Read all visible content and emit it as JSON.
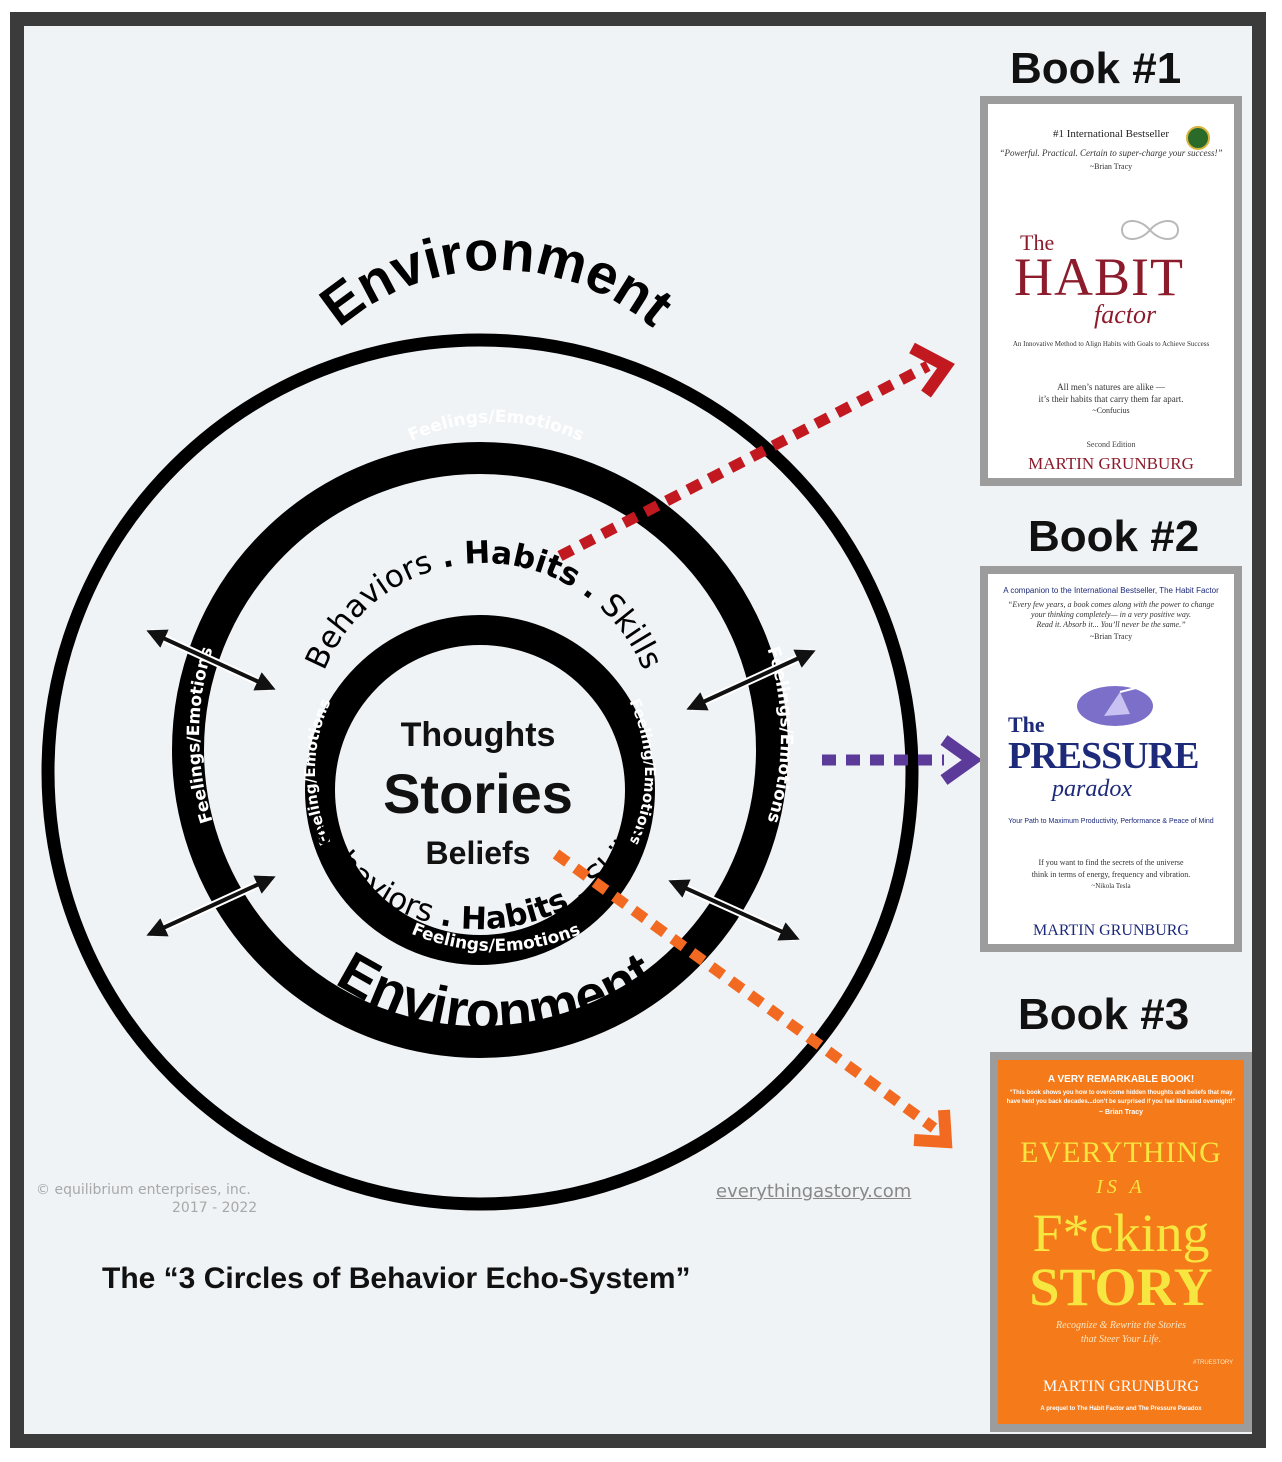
{
  "diagram": {
    "outer_top_label": "Environment",
    "outer_bottom_label": "Environment",
    "ring_label_top": "Feelings/Emotions",
    "ring_label_bottom": "Feelings/Emotions",
    "ring_label_left": "Feelings/Emotions",
    "ring_label_right": "Feelings/Emotions",
    "inner_ring_label_left": "Feeling/Emotions",
    "inner_ring_label_right": "Feeling/Emotions",
    "upper_arc": [
      "Behaviors",
      ".",
      "Habits",
      ".",
      "Skills"
    ],
    "lower_arc": [
      "Behaviors",
      ".",
      "Habits",
      ".",
      "Skills"
    ],
    "center_top": "Thoughts",
    "center_main": "Stories",
    "center_bottom": "Beliefs",
    "copyright_line1": "© equilibrium enterprises, inc.",
    "copyright_line2": "2017 - 2022",
    "website": "everythingastory.com",
    "caption": "The “3 Circles of Behavior Echo-System”",
    "colors": {
      "arrow_book1": "#c2181f",
      "arrow_book2": "#5b3a99",
      "arrow_book3": "#f26a21"
    }
  },
  "books": [
    {
      "heading": "Book #1",
      "top_line": "#1 International Bestseller",
      "quote": "“Powerful. Practical. Certain to super-charge your success!”",
      "quote_author": "~Brian Tracy",
      "title_prefix": "The",
      "title_main": "HABIT",
      "title_sub": "factor",
      "tagline": "An Innovative Method to Align Habits with Goals to Achieve Success",
      "epigraph_line1": "All men’s natures are alike —",
      "epigraph_line2": "it’s their habits that carry them far apart.",
      "epigraph_author": "~Confucius",
      "edition": "Second Edition",
      "author": "MARTIN GRUNBURG",
      "icon": "infinity-icon"
    },
    {
      "heading": "Book #2",
      "top_line": "A companion to the International Bestseller, The Habit Factor",
      "quote_line1": "“Every few years, a book comes along with the power to change",
      "quote_line2": "your thinking completely— in a very positive way.",
      "quote_line3": "Read it. Absorb it... You’ll never be the same.”",
      "quote_author": "~Brian Tracy",
      "title_prefix": "The",
      "title_main": "PRESSURE",
      "title_sub": "paradox",
      "tagline": "Your Path to Maximum Productivity, Performance & Peace of Mind",
      "epigraph_line1": "If you want to find the secrets of the universe",
      "epigraph_line2": "think in terms of energy, frequency and vibration.",
      "epigraph_author": "~Nikola Tesla",
      "author": "MARTIN GRUNBURG",
      "icon": "prism-icon"
    },
    {
      "heading": "Book #3",
      "banner": "A VERY REMARKABLE BOOK!",
      "quote_line1": "“This book shows you how to overcome hidden thoughts and beliefs that may",
      "quote_line2": "have held you back decades...don’t be surprised if you feel liberated overnight!”",
      "quote_author": "~ Brian Tracy",
      "title_line1": "EVERYTHING",
      "title_line2": "IS A",
      "title_line3": "F*cking",
      "title_line4": "STORY",
      "subtitle_line1": "Recognize & Rewrite the Stories",
      "subtitle_line2": "that Steer Your Life.",
      "hashtag": "#TRUESTORY",
      "author": "MARTIN GRUNBURG",
      "footer": "A prequel to The Habit Factor and The Pressure Paradox"
    }
  ]
}
